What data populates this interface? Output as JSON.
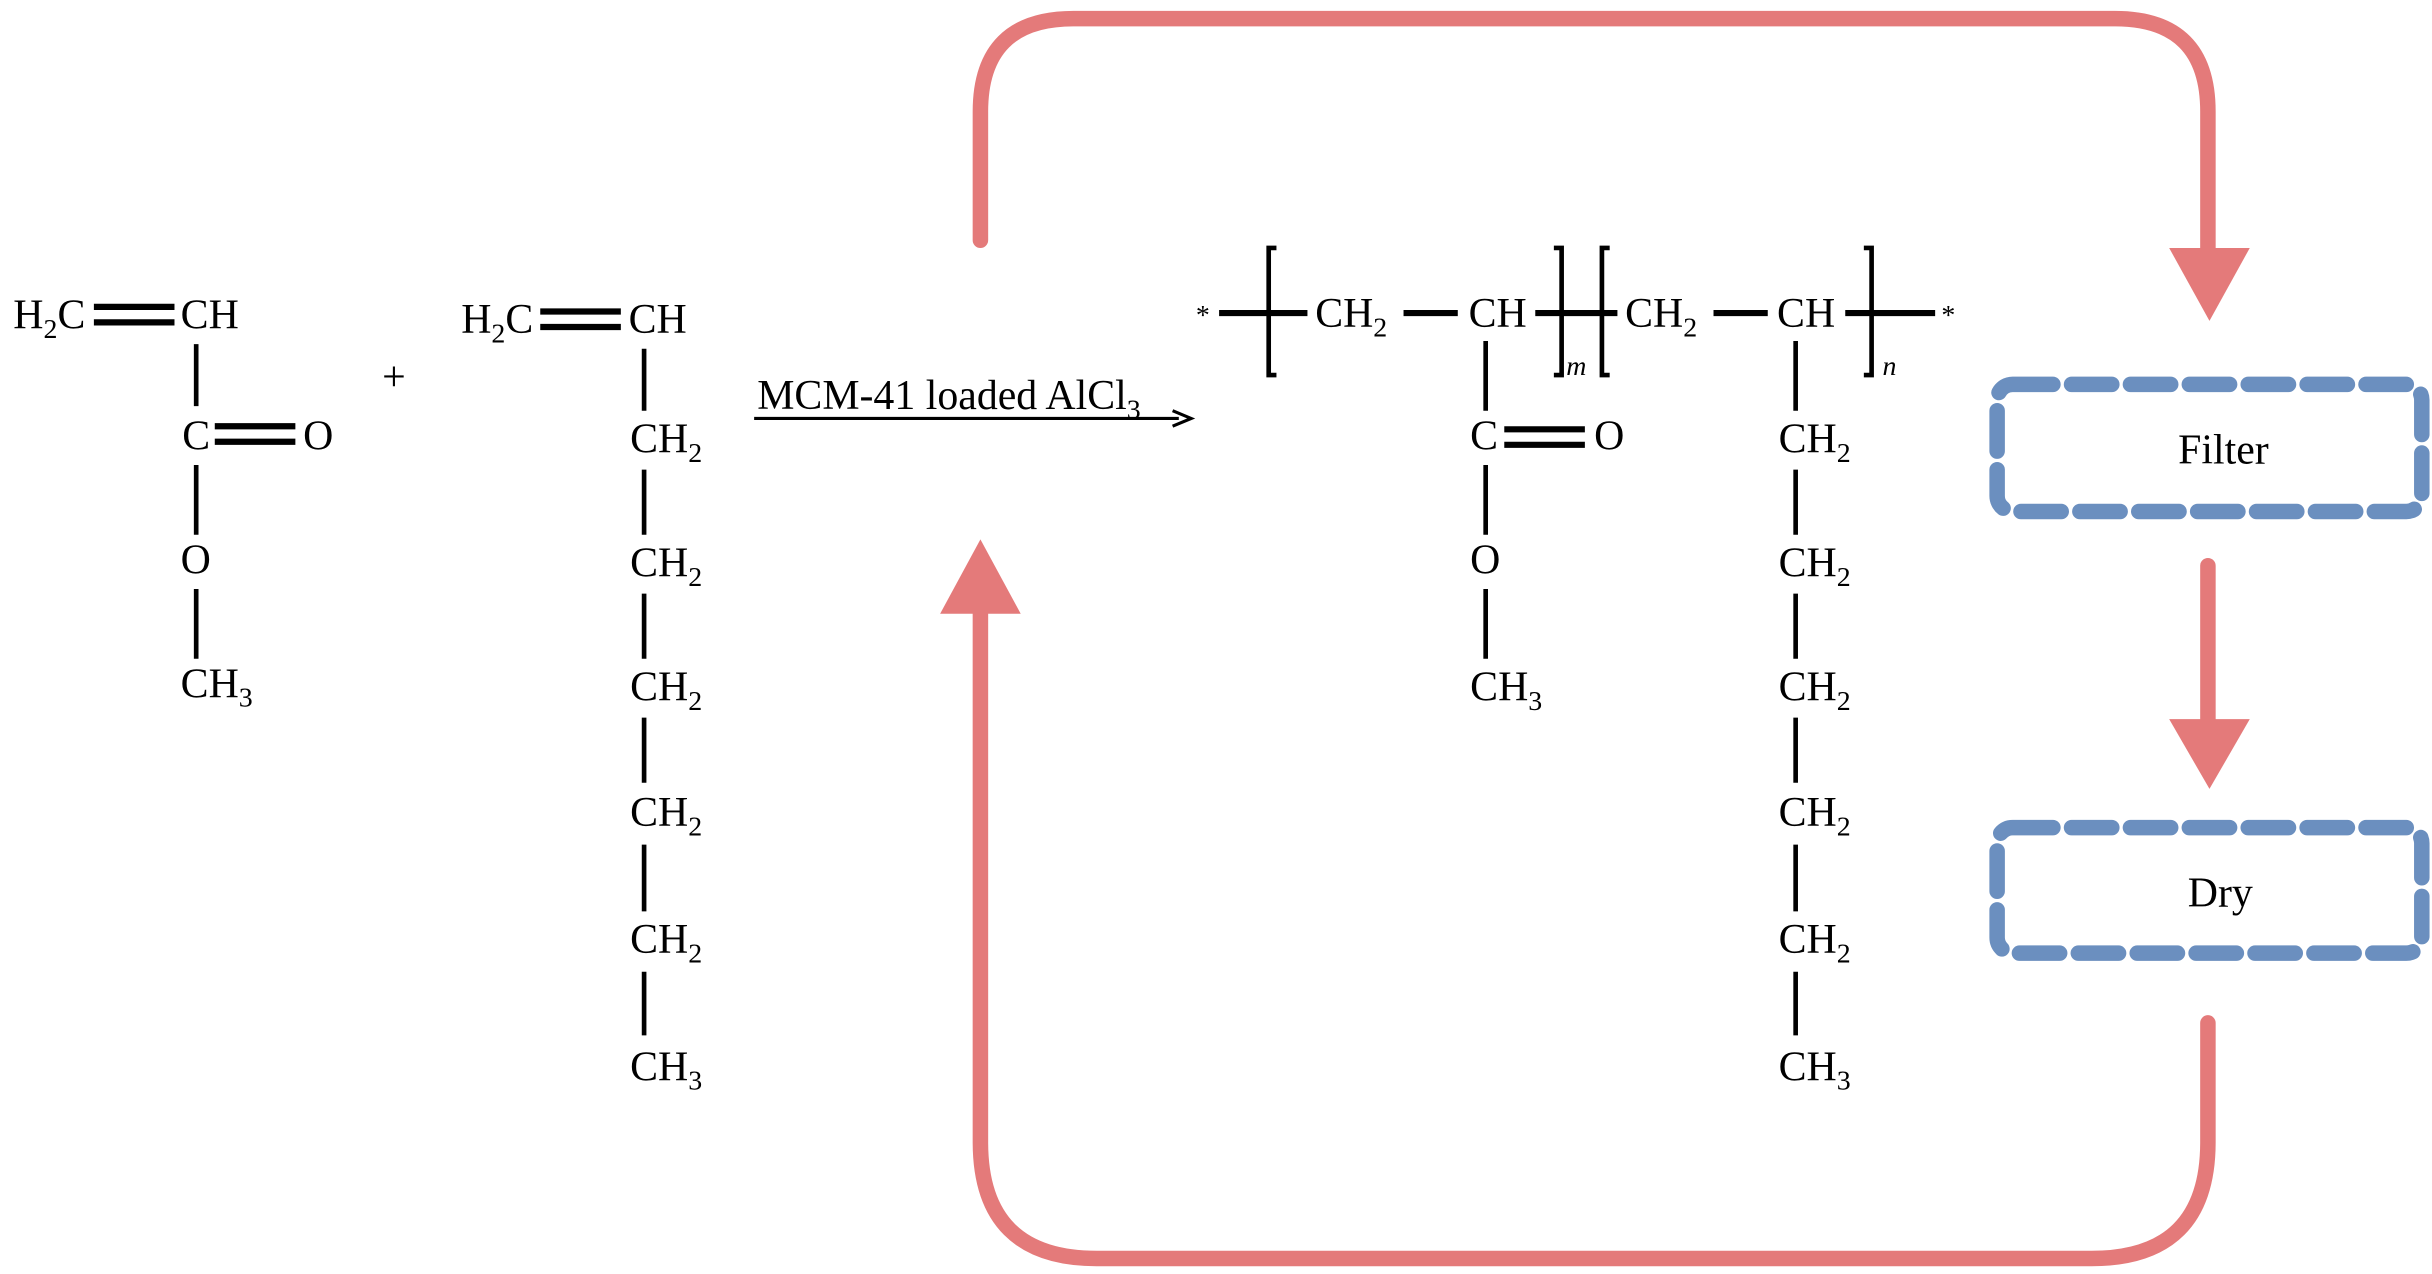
{
  "reactant1": {
    "h2c": "H",
    "h2c_sub": "2",
    "h2c_c": "C",
    "ch": "CH",
    "c": "C",
    "o_double": "O",
    "o": "O",
    "ch3": "CH",
    "ch3_sub": "3"
  },
  "plus": "+",
  "reactant2": {
    "h2c": "H",
    "h2c_sub": "2",
    "h2c_c": "C",
    "ch": "CH",
    "ch2": "CH",
    "ch2_sub": "2",
    "ch3": "CH",
    "ch3_sub": "3"
  },
  "arrow": {
    "label": "MCM-41 loaded AlCl",
    "label_sub": "3"
  },
  "product": {
    "star": "*",
    "ch2": "CH",
    "ch2_sub": "2",
    "ch": "CH",
    "m": "m",
    "n": "n",
    "c": "C",
    "o_double": "O",
    "o": "O",
    "ch3": "CH",
    "ch3_sub": "3"
  },
  "steps": {
    "filter": "Filter",
    "dry": "Dry"
  },
  "colors": {
    "flow_arrow": "#e47a7a",
    "box_border": "#6b8fbf"
  }
}
